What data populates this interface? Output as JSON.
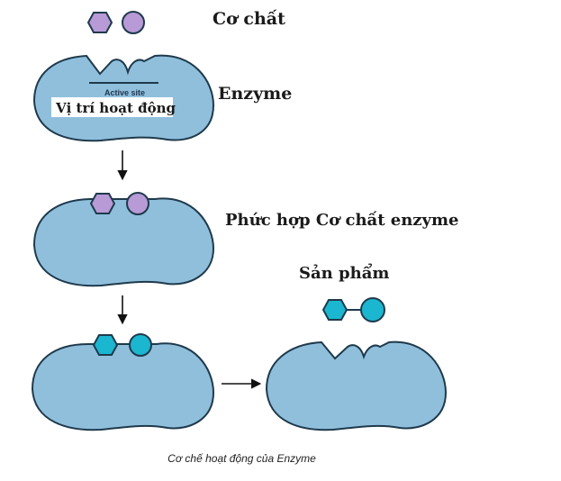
{
  "labels": {
    "substrate": "Cơ chất",
    "enzyme": "Enzyme",
    "active_site": "Active site",
    "active_site_vi": "Vị trí hoạt động",
    "complex": "Phức hợp Cơ chất enzyme",
    "product": "Sản phẩm"
  },
  "caption": "Cơ chế hoạt động của Enzyme",
  "colors": {
    "enzyme_fill": "#90bfdc",
    "enzyme_stroke": "#1e3a4c",
    "substrate_fill": "#b89ad6",
    "product_fill": "#1bb6d0",
    "arrow": "#111111"
  }
}
